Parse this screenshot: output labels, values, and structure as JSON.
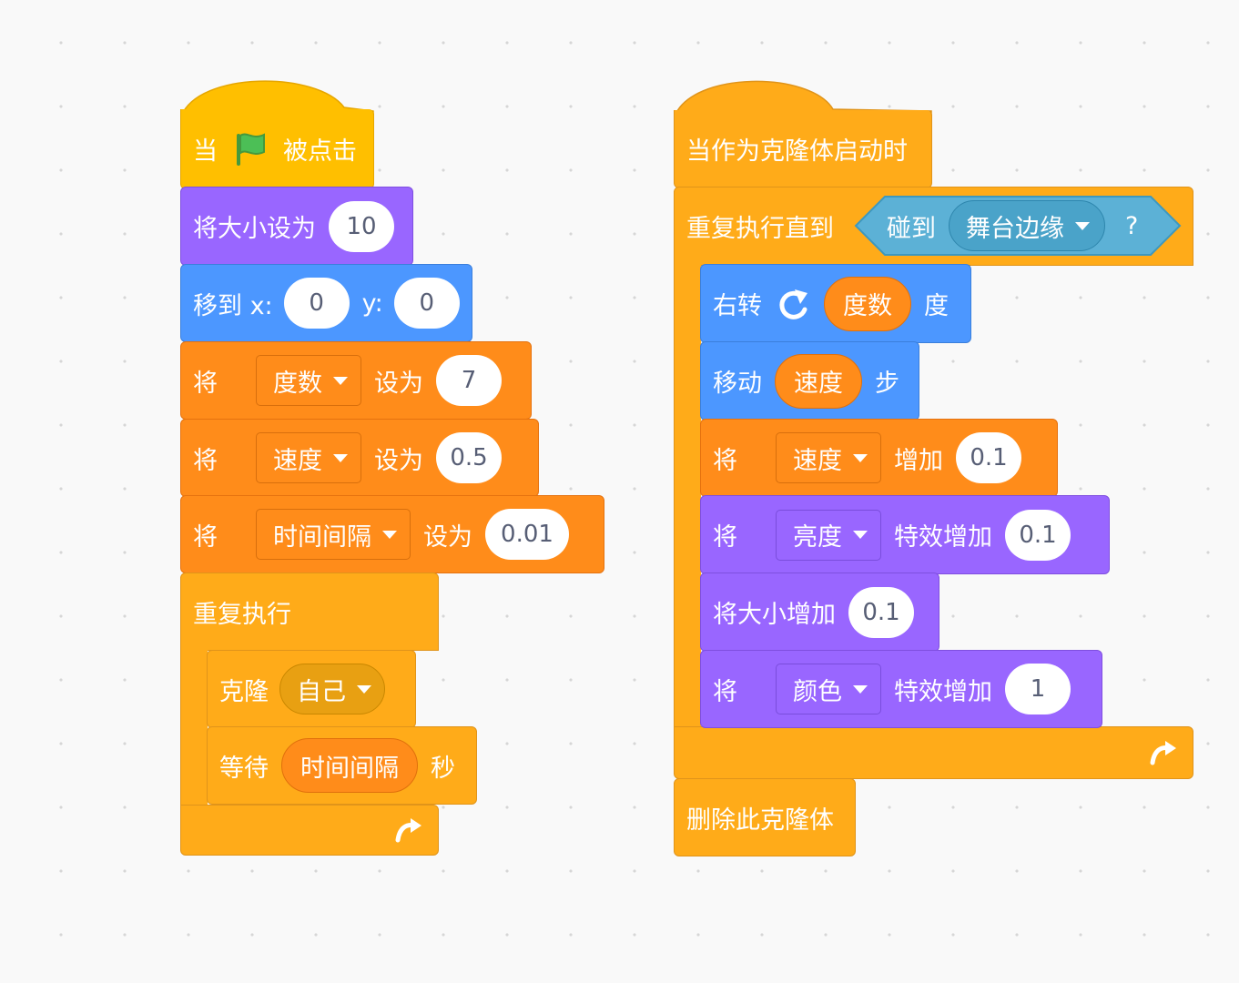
{
  "script_left": {
    "hat": {
      "when": "当",
      "clicked": "被点击",
      "flag_icon": "green-flag-icon",
      "flag_color": "#3db23d"
    },
    "set_size": {
      "label": "将大小设为",
      "value": "10"
    },
    "goto": {
      "label": "移到 x:",
      "x": "0",
      "ylabel": "y:",
      "y": "0"
    },
    "set_var_1": {
      "label": "将",
      "var": "度数",
      "to": "设为",
      "value": "7"
    },
    "set_var_2": {
      "label": "将",
      "var": "速度",
      "to": "设为",
      "value": "0.5"
    },
    "set_var_3": {
      "label": "将",
      "var": "时间间隔",
      "to": "设为",
      "value": "0.01"
    },
    "forever": {
      "label": "重复执行"
    },
    "clone": {
      "label": "克隆",
      "target": "自己"
    },
    "wait": {
      "label": "等待",
      "reporter": "时间间隔",
      "unit": "秒"
    }
  },
  "script_right": {
    "hat": {
      "label": "当作为克隆体启动时"
    },
    "repeat_until": {
      "label": "重复执行直到",
      "touching": "碰到",
      "target": "舞台边缘",
      "q": "?"
    },
    "turn": {
      "label": "右转",
      "reporter": "度数",
      "unit": "度",
      "icon": "rotate-right-icon"
    },
    "move": {
      "label": "移动",
      "reporter": "速度",
      "unit": "步"
    },
    "change_var": {
      "label": "将",
      "var": "速度",
      "by": "增加",
      "value": "0.1"
    },
    "effect_1": {
      "label": "将",
      "effect": "亮度",
      "by": "特效增加",
      "value": "0.1"
    },
    "change_size": {
      "label": "将大小增加",
      "value": "0.1"
    },
    "effect_2": {
      "label": "将",
      "effect": "颜色",
      "by": "特效增加",
      "value": "1"
    },
    "delete": {
      "label": "删除此克隆体"
    }
  },
  "colors": {
    "events": "#ffbf00",
    "control": "#ffab19",
    "looks": "#9966ff",
    "motion": "#4c97ff",
    "variables": "#ff8c1a",
    "sensing": "#5cb1d6"
  }
}
